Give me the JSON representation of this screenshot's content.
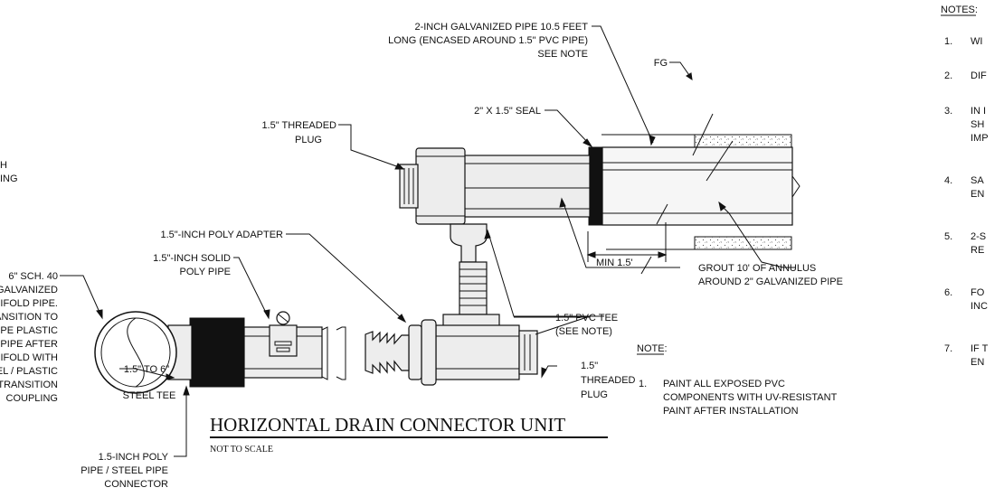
{
  "title": "HORIZONTAL DRAIN CONNECTOR UNIT",
  "scale_note": "NOT TO SCALE",
  "callouts": {
    "galv_pipe": [
      "2-INCH GALVANIZED PIPE 10.5 FEET",
      "LONG (ENCASED AROUND 1.5\" PVC PIPE)",
      "SEE NOTE"
    ],
    "fg": "FG",
    "seal": "2\" X 1.5\" SEAL",
    "plug_top": [
      "1.5\" THREADED",
      "PLUG"
    ],
    "poly_adapter": "1.5\"-INCH POLY ADAPTER",
    "solid_poly": [
      "1.5\"-INCH SOLID",
      "POLY PIPE"
    ],
    "manifold": [
      "6\" SCH. 40",
      "GALVANIZED",
      "MANIFOLD PIPE.",
      "TRANSITION TO",
      "PE PLASTIC",
      "PIPE AFTER",
      "MANIFOLD WITH",
      "STEEL / PLASTIC",
      "TRANSITION",
      "COUPLING"
    ],
    "steel_tee": [
      "1.5\" TO 6\"",
      "STEEL TEE"
    ],
    "connector": [
      "1.5-INCH POLY",
      "PIPE / STEEL PIPE",
      "CONNECTOR"
    ],
    "min": "MIN 1.5'",
    "grout": [
      "GROUT 10' OF ANNULUS",
      "AROUND 2\" GALVANIZED PIPE"
    ],
    "pvc_tee": [
      "1.5\" PVC TEE",
      "(SEE NOTE)"
    ],
    "plug_bottom": [
      "1.5\"",
      "THREADED",
      "PLUG"
    ],
    "left_fragment": [
      "H",
      "ING"
    ]
  },
  "inline_note": {
    "heading": "NOTE:",
    "number": "1.",
    "lines": [
      "PAINT ALL EXPOSED PVC",
      "COMPONENTS WITH UV-RESISTANT",
      "PAINT AFTER INSTALLATION"
    ]
  },
  "notes": {
    "heading": "NOTES:",
    "items": [
      {
        "num": "1.",
        "lines": [
          "WI"
        ]
      },
      {
        "num": "2.",
        "lines": [
          "DIF"
        ]
      },
      {
        "num": "3.",
        "lines": [
          "IN I",
          "SH",
          "IMP"
        ]
      },
      {
        "num": "4.",
        "lines": [
          "SA",
          "EN"
        ]
      },
      {
        "num": "5.",
        "lines": [
          "2-S",
          "RE"
        ]
      },
      {
        "num": "6.",
        "lines": [
          "FO",
          "INC"
        ]
      },
      {
        "num": "7.",
        "lines": [
          "IF T",
          "EN"
        ]
      }
    ]
  }
}
